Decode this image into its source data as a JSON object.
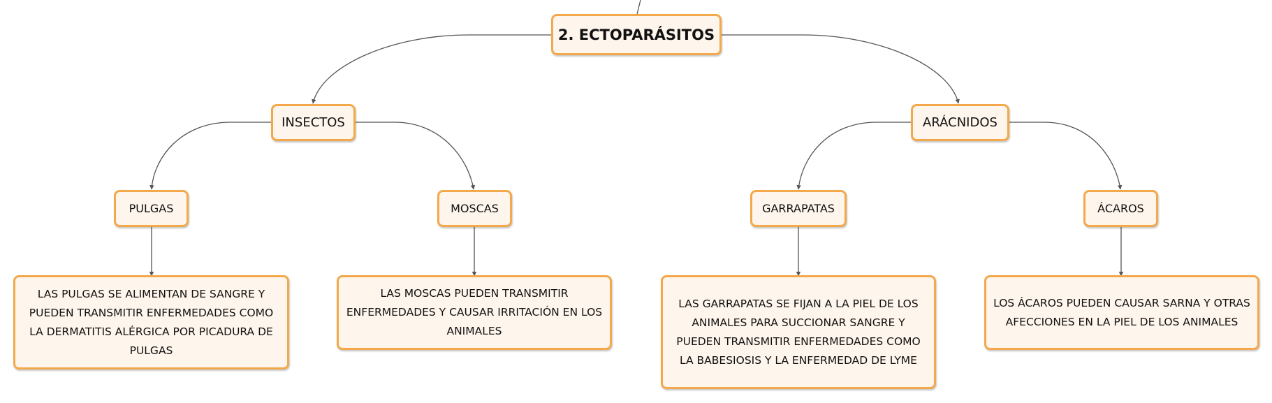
{
  "diagram": {
    "root": {
      "label": "2. ECTOPARÁSITOS"
    },
    "insectos": {
      "label": "INSECTOS",
      "children": {
        "pulgas": {
          "label": "PULGAS",
          "description": "LAS PULGAS SE ALIMENTAN DE SANGRE Y PUEDEN TRANSMITIR ENFERMEDADES COMO LA DERMATITIS ALÉRGICA POR PICADURA DE PULGAS"
        },
        "moscas": {
          "label": "MOSCAS",
          "description": "LAS MOSCAS PUEDEN TRANSMITIR ENFERMEDADES Y CAUSAR IRRITACIÓN EN LOS ANIMALES"
        }
      }
    },
    "aracnidos": {
      "label": "ARÁCNIDOS",
      "children": {
        "garrapatas": {
          "label": "GARRAPATAS",
          "description": "LAS GARRAPATAS SE FIJAN A LA PIEL DE LOS ANIMALES PARA SUCCIONAR SANGRE Y PUEDEN TRANSMITIR ENFERMEDADES COMO LA BABESIOSIS Y LA ENFERMEDAD DE LYME"
        },
        "acaros": {
          "label": "ÁCAROS",
          "description": "LOS ÁCAROS PUEDEN CAUSAR SARNA Y OTRAS AFECCIONES EN LA PIEL DE LOS ANIMALES"
        }
      }
    },
    "colors": {
      "node_border": "#f3a94b",
      "node_fill": "#fef5ec",
      "connector": "#555555",
      "text": "#111111"
    }
  }
}
